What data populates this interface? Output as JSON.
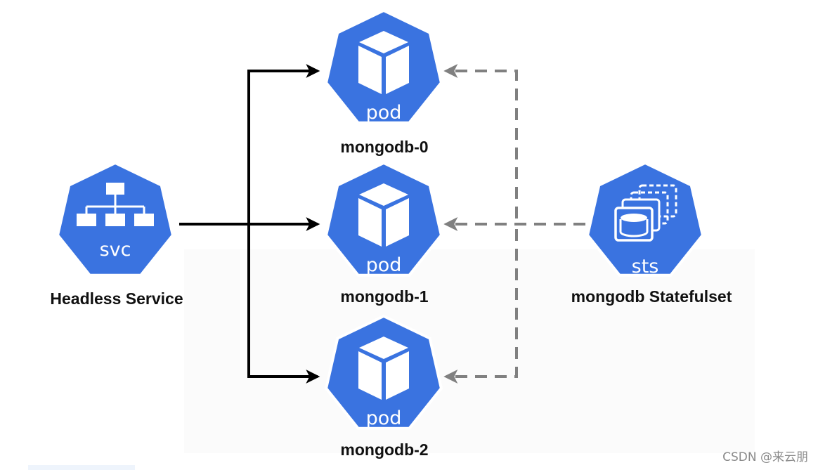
{
  "diagram": {
    "colors": {
      "icon_fill": "#3a73e0",
      "icon_border": "#ffffff",
      "solid_arrow": "#000000",
      "dashed_arrow": "#808080"
    },
    "headless_service": {
      "icon": "kubernetes-svc-icon",
      "icon_text": "svc",
      "label": "Headless Service"
    },
    "pods": [
      {
        "icon": "kubernetes-pod-icon",
        "icon_text": "pod",
        "label": "mongodb-0"
      },
      {
        "icon": "kubernetes-pod-icon",
        "icon_text": "pod",
        "label": "mongodb-1"
      },
      {
        "icon": "kubernetes-pod-icon",
        "icon_text": "pod",
        "label": "mongodb-2"
      }
    ],
    "statefulset": {
      "icon": "kubernetes-sts-icon",
      "icon_text": "sts",
      "label": "mongodb Statefulset"
    },
    "edges": [
      {
        "from": "Headless Service",
        "to": "mongodb-0",
        "style": "solid"
      },
      {
        "from": "Headless Service",
        "to": "mongodb-1",
        "style": "solid"
      },
      {
        "from": "Headless Service",
        "to": "mongodb-2",
        "style": "solid"
      },
      {
        "from": "mongodb Statefulset",
        "to": "mongodb-0",
        "style": "dashed"
      },
      {
        "from": "mongodb Statefulset",
        "to": "mongodb-1",
        "style": "dashed"
      },
      {
        "from": "mongodb Statefulset",
        "to": "mongodb-2",
        "style": "dashed"
      }
    ]
  },
  "watermark": "CSDN @来云朋"
}
